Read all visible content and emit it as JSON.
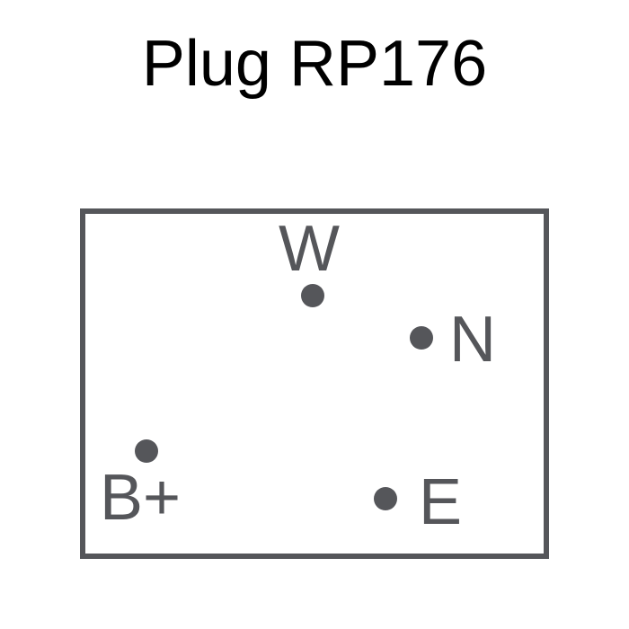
{
  "title": "Plug RP176",
  "colors": {
    "title_text": "#000000",
    "outline": "#55565a",
    "pin": "#55565a",
    "background": "#ffffff"
  },
  "pins": [
    {
      "id": "w",
      "label": "W"
    },
    {
      "id": "n",
      "label": "N"
    },
    {
      "id": "b-plus",
      "label": "B+"
    },
    {
      "id": "e",
      "label": "E"
    }
  ]
}
